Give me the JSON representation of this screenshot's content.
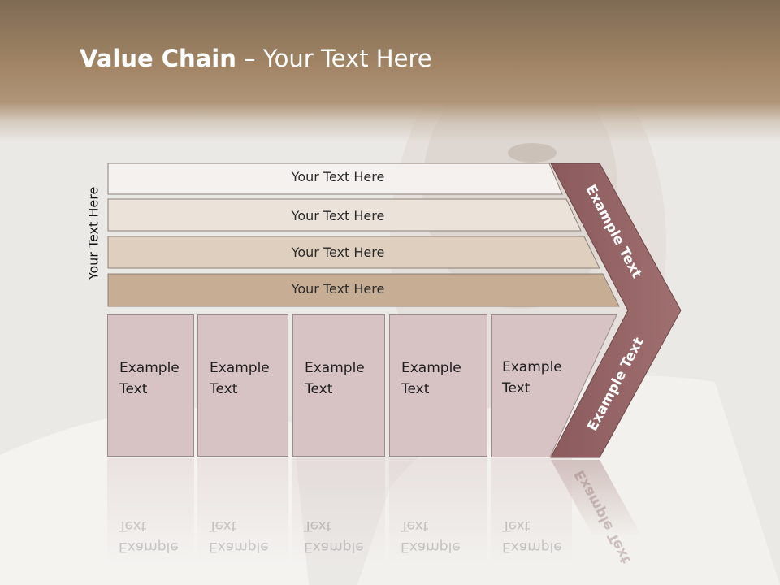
{
  "slide": {
    "title_bold": "Value Chain",
    "title_rest": " – Your Text Here",
    "side_label": "Your Text Here",
    "bars": [
      {
        "label": "Your Text Here"
      },
      {
        "label": "Your Text Here"
      },
      {
        "label": "Your Text Here"
      },
      {
        "label": "Your Text Here"
      }
    ],
    "boxes": [
      {
        "label": "Example Text"
      },
      {
        "label": "Example Text"
      },
      {
        "label": "Example Text"
      },
      {
        "label": "Example Text"
      },
      {
        "label": "Example Text"
      }
    ],
    "chevron_upper": "Example Text",
    "chevron_lower": "Example Text"
  },
  "colors": {
    "header": "#a08464",
    "bar_1": "#f4f1ee",
    "bar_2": "#ebe3da",
    "bar_3": "#dfcfbf",
    "bar_4": "#c6ad94",
    "box": "#d7c2c4",
    "chevron": "#946466"
  }
}
